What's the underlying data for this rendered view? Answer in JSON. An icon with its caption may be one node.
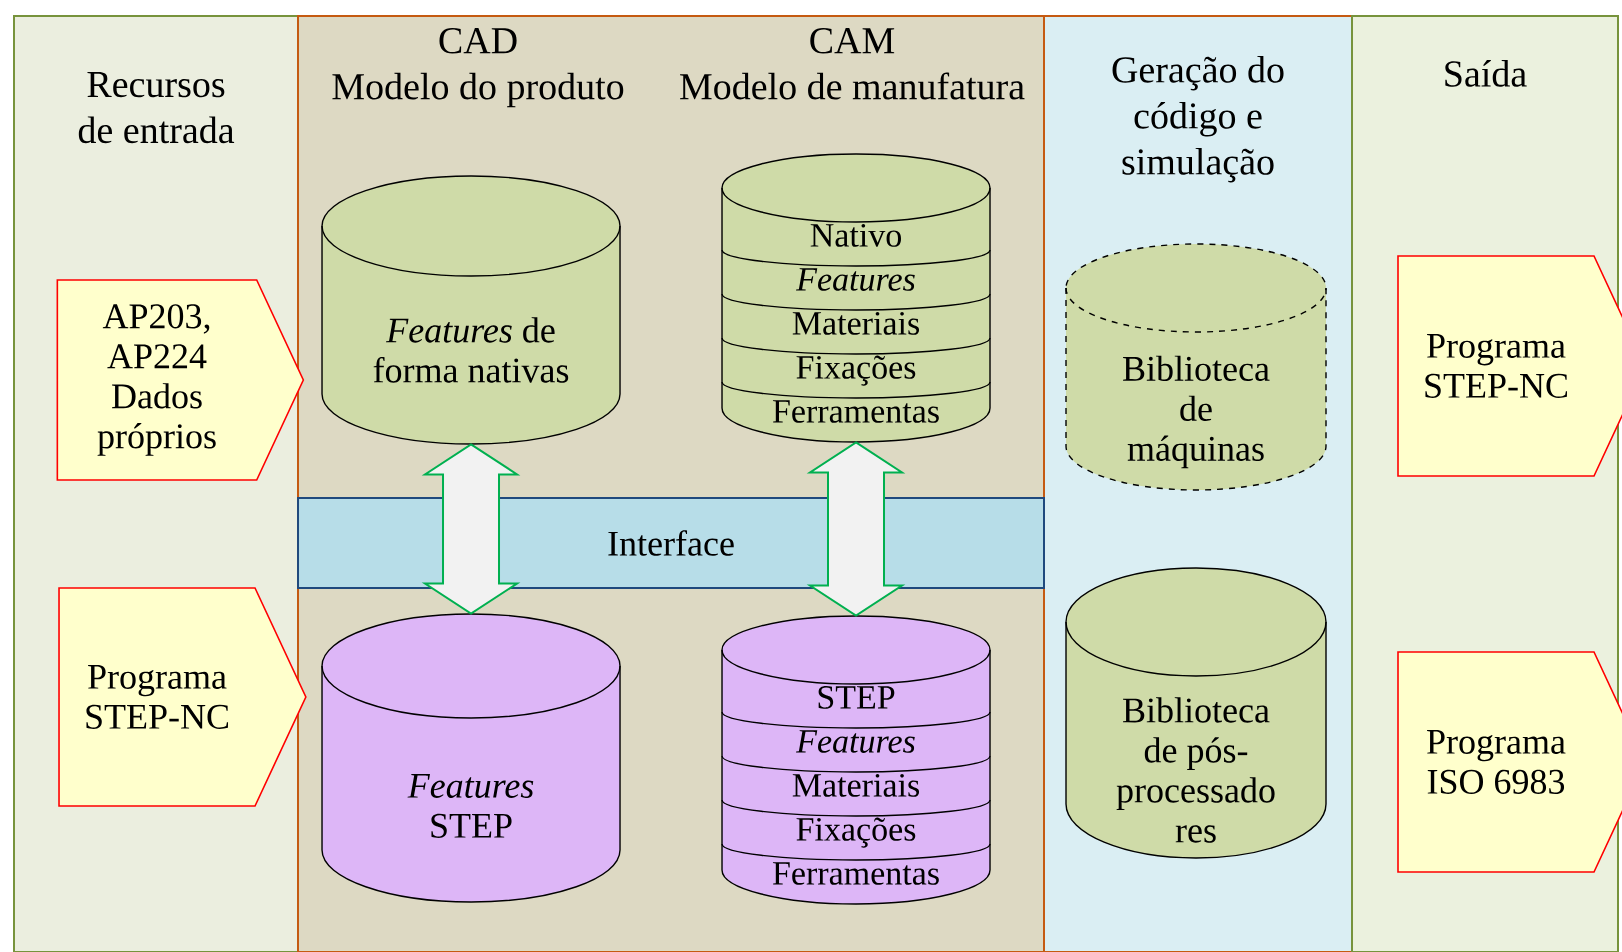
{
  "diagram": {
    "nodes": [
      {
        "text": [
          "Recursos de entrada"
        ]
      },
      {
        "text": [
          "CAD",
          "Modelo do produto",
          "CAM",
          "Modelo de manufatura"
        ]
      },
      {
        "text": [
          "Geração do código e simulação"
        ]
      },
      {
        "text": [
          "Saída"
        ]
      },
      {
        "text": [
          "AP203, AP224 Dados próprios"
        ],
        "in": 0
      },
      {
        "text": [
          "Programa STEP-NC"
        ],
        "in": 0
      },
      {
        "text": [
          "*Features* de forma nativas"
        ],
        "in": 1
      },
      {
        "text": [
          "Nativo",
          "*Features*",
          "Materiais",
          "Fixações",
          "Ferramentas"
        ],
        "in": 1
      },
      {
        "text": [
          "Interface"
        ],
        "in": 1
      },
      {
        "text": [
          "*Features* STEP"
        ],
        "in": 1
      },
      {
        "text": [
          "STEP",
          "*Features*",
          "Materiais",
          "Fixações",
          "Ferramentas"
        ],
        "in": 1
      },
      {
        "text": [
          "Biblioteca de máquinas"
        ],
        "in": 2
      },
      {
        "text": [
          "Biblioteca de pós- processado res"
        ],
        "in": 2
      },
      {
        "text": [
          "Programa STEP-NC"
        ],
        "in": 3
      },
      {
        "text": [
          "Programa ISO 6983"
        ],
        "in": 3
      }
    ],
    "edges": [
      {
        "from": 6,
        "to": 9,
        "arrow": "both"
      },
      {
        "from": 7,
        "to": 10,
        "arrow": "both"
      }
    ]
  }
}
